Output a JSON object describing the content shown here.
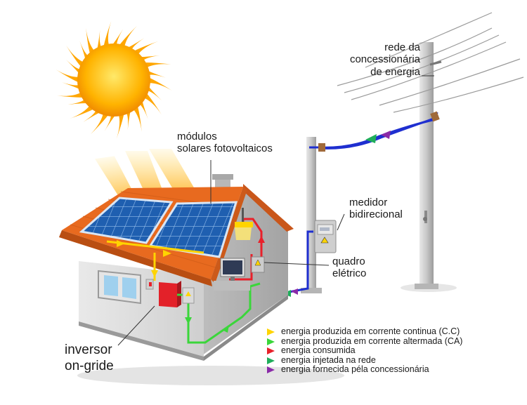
{
  "labels": {
    "panels": [
      "módulos",
      "solares fotovoltaicos"
    ],
    "grid": [
      "rede da",
      "concessionária",
      "de energia"
    ],
    "meter": [
      "medidor",
      "bidirecional"
    ],
    "panel_board": [
      "quadro",
      "elétrico"
    ],
    "inverter": [
      "inversor",
      "on-gride"
    ]
  },
  "legend": [
    {
      "text": "energia produzida em corrente continua (C.C)",
      "color": "#ffd400"
    },
    {
      "text": "energia produzida em corrente altermada (CA)",
      "color": "#3ad63a"
    },
    {
      "text": "energia consumida",
      "color": "#e8202a"
    },
    {
      "text": "energia injetada na rede",
      "color": "#1fae5a"
    },
    {
      "text": "energia fornecida péla concessionária",
      "color": "#8a2aa8"
    }
  ],
  "colors": {
    "dc": "#ffd400",
    "ac": "#3ad63a",
    "consumed": "#e8202a",
    "grid_line": "#1f2fd0",
    "roof": "#e0661f",
    "panel": "#1c5ea8",
    "sun": "#ffc21a"
  }
}
